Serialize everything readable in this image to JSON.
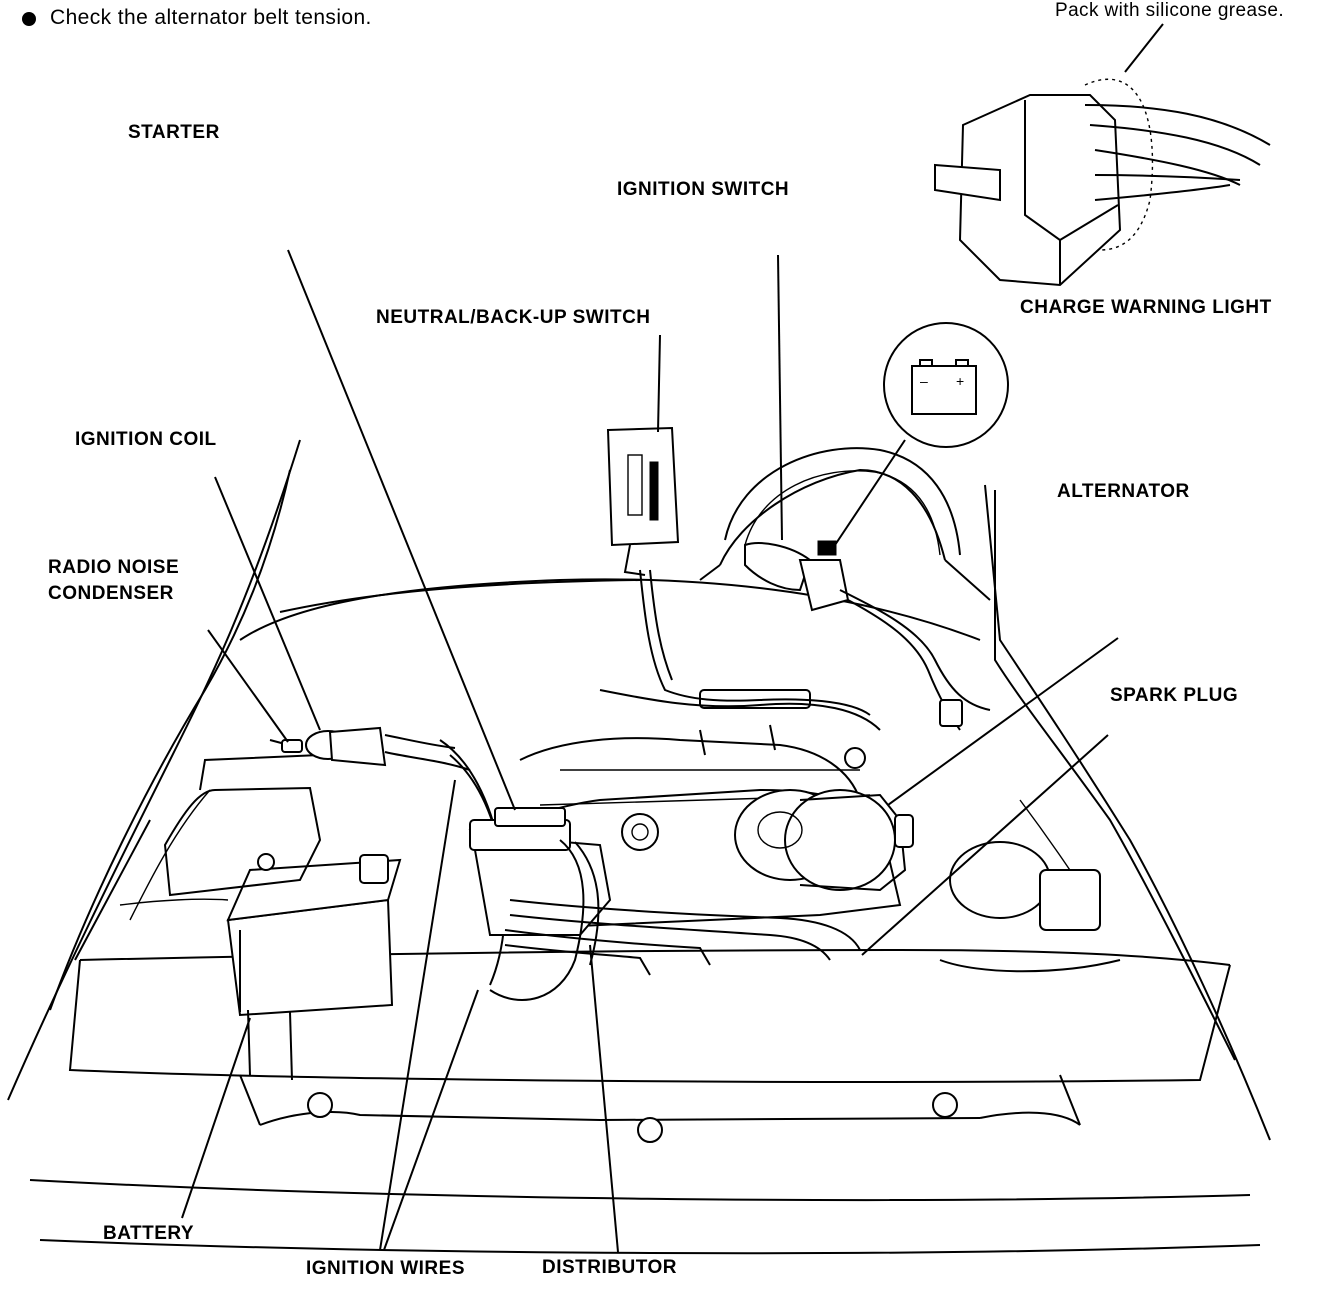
{
  "note": {
    "bullet": "●",
    "text": "Check the alternator belt tension."
  },
  "labels": {
    "pack_with_silicone_grease": "Pack with silicone grease.",
    "starter": "STARTER",
    "ignition_switch": "IGNITION SWITCH",
    "charge_warning_light": "CHARGE WARNING LIGHT",
    "neutral_backup_switch": "NEUTRAL/BACK-UP SWITCH",
    "ignition_coil": "IGNITION COIL",
    "radio_noise_condenser_line1": "RADIO NOISE",
    "radio_noise_condenser_line2": "CONDENSER",
    "alternator": "ALTERNATOR",
    "spark_plug": "SPARK PLUG",
    "battery": "BATTERY",
    "ignition_wires": "IGNITION WIRES",
    "distributor": "DISTRIBUTOR"
  },
  "icons": {
    "battery_symbol": "battery-icon"
  },
  "colors": {
    "ink": "#000000",
    "paper": "#ffffff"
  }
}
